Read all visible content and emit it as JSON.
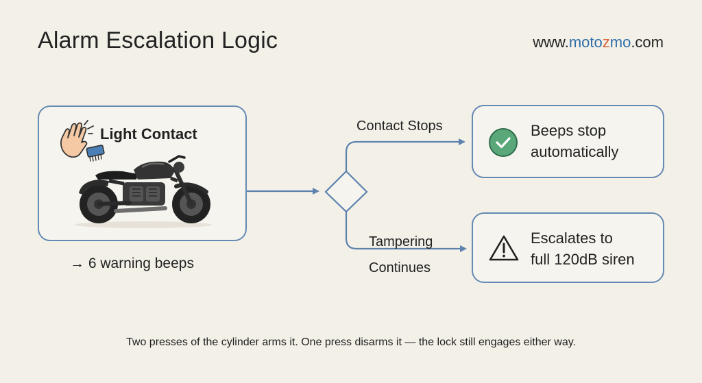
{
  "header": {
    "title": "Alarm Escalation Logic",
    "brand_prefix": "www.",
    "brand_part1": "moto",
    "brand_part2": "z",
    "brand_part3": "mo",
    "brand_suffix": ".com"
  },
  "source": {
    "title": "Light Contact",
    "caption": "→ 6 warning beeps"
  },
  "branches": {
    "stop_label": "Contact Stops",
    "tamper_label_line1": "Tampering",
    "tamper_label_line2": "Continues"
  },
  "outcomes": {
    "stop_line1": "Beeps stop",
    "stop_line2": "automatically",
    "siren_line1": "Escalates to",
    "siren_line2": "full 120dB siren"
  },
  "footnote": "Two presses of the cylinder arms it. One press disarms it — the lock still engages either way.",
  "colors": {
    "accent_blue": "#6489b3",
    "success_green": "#5aa87a",
    "brand_blue": "#2f6ea8",
    "brand_orange": "#d9653b",
    "background": "#f3f0e8"
  },
  "icons": [
    "hand-icon",
    "brush-icon",
    "motorcycle-icon",
    "check-circle-icon",
    "warning-icon"
  ]
}
